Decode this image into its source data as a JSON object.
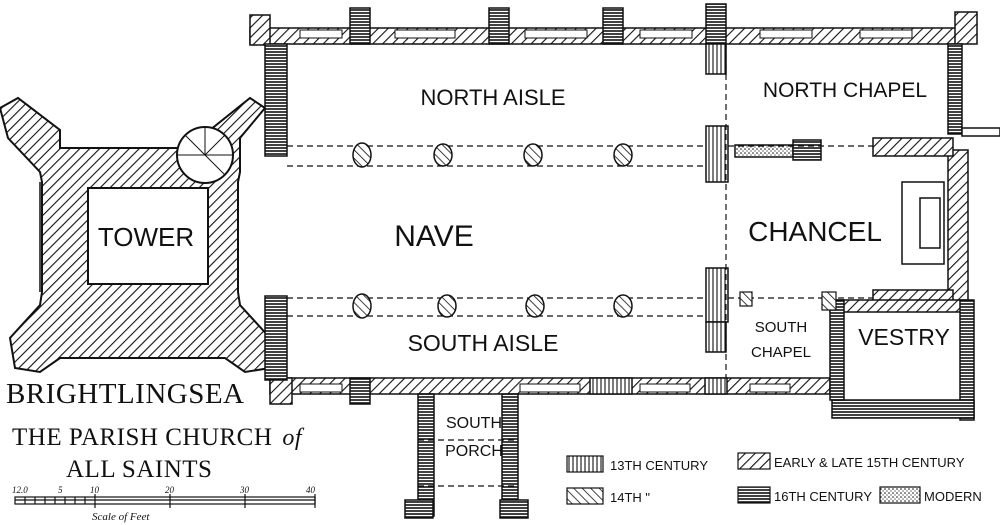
{
  "rooms": {
    "north_aisle": "NORTH AISLE",
    "north_chapel": "NORTH CHAPEL",
    "tower": "TOWER",
    "nave": "NAVE",
    "chancel": "CHANCEL",
    "south_aisle": "SOUTH AISLE",
    "south_chapel_1": "SOUTH",
    "south_chapel_2": "CHAPEL",
    "vestry": "VESTRY",
    "south_porch_1": "SOUTH",
    "south_porch_2": "PORCH"
  },
  "title": {
    "line1": "BRIGHTLINGSEA",
    "line2": "THE PARISH CHURCH",
    "line2_of": "of",
    "line3": "ALL SAINTS"
  },
  "legend": [
    {
      "pattern": "vertical-lines",
      "label": "13TH CENTURY"
    },
    {
      "pattern": "diagonal-lines",
      "label": "14TH  \""
    },
    {
      "pattern": "cross-hatch",
      "label": "EARLY & LATE 15TH CENTURY"
    },
    {
      "pattern": "solid-horizontal",
      "label": "16TH CENTURY"
    },
    {
      "pattern": "dotted",
      "label": "MODERN"
    }
  ],
  "scale": {
    "ticks": [
      "12.0",
      "5",
      "10",
      "20",
      "30",
      "40"
    ],
    "caption": "Scale of Feet"
  }
}
